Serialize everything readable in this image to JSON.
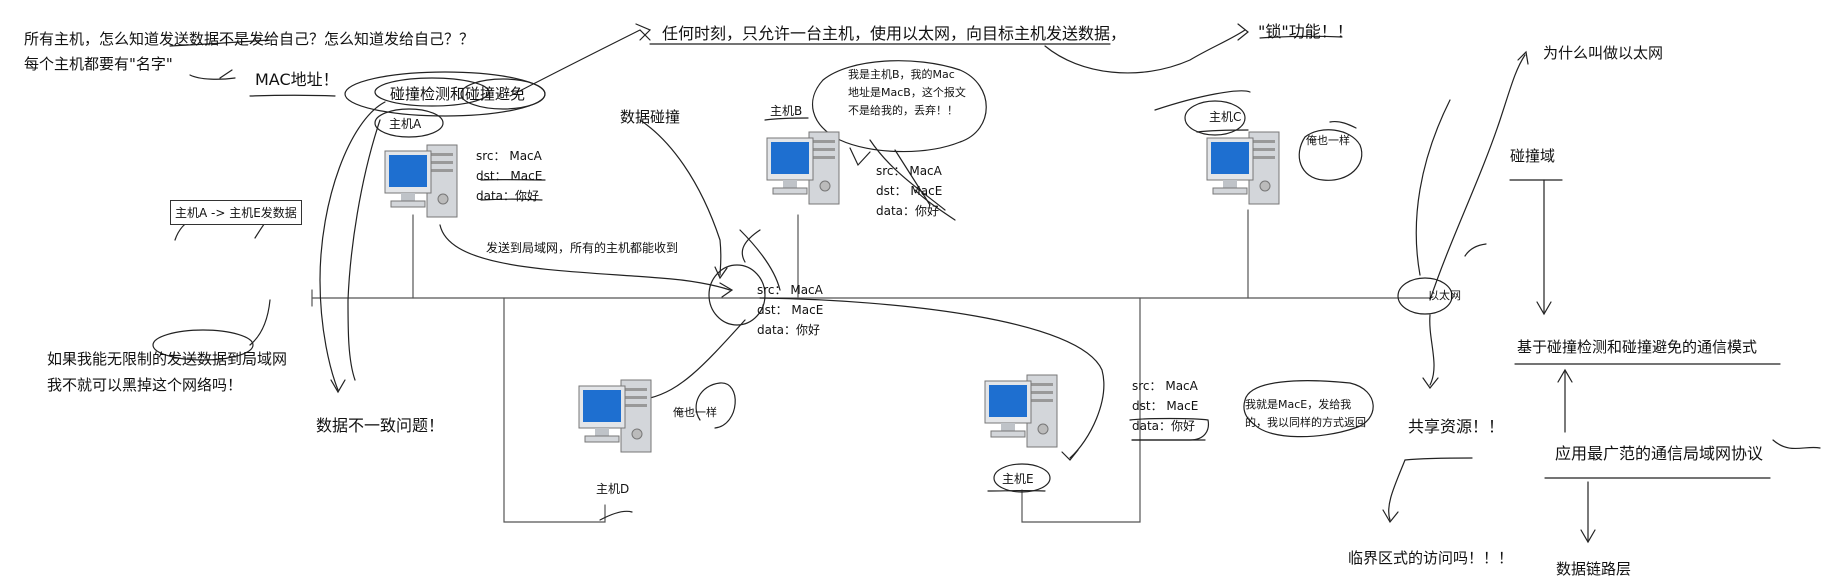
{
  "colors": {
    "ink": "#111111",
    "screen": "#1e6fd0",
    "case": "#c9cdd2"
  },
  "icons": [
    "computer-icon"
  ],
  "notes": {
    "top_left_1": "所有主机，怎么知道发送数据不是发给自己？怎么知道发给自己？？",
    "top_left_2": "每个主机都要有\"名字\"",
    "mac_addr": "MAC地址！",
    "collision": "碰撞检测和碰撞避免",
    "any_time": "任何时刻，只允许一台主机，使用以太网，向目标主机发送数据，",
    "lock": "\"锁\"功能！！",
    "why_ethernet": "为什么叫做以太网",
    "collision_domain": "碰撞域",
    "data_collision": "数据碰撞",
    "send_lan": "发送到局域网，所有的主机都能收到",
    "hack_1": "如果我能无限制的发送数据到局域网",
    "hack_2": "我不就可以黑掉这个网络吗！",
    "inconsistent": "数据不一致问题！",
    "shared": "共享资源！！",
    "critical": "临界区式的访问吗！！！",
    "mode": "基于碰撞检测和碰撞避免的通信模式",
    "protocol": "应用最广范的通信局域网协议",
    "datalink": "数据链路层",
    "a_to_e": "主机A -> 主机E发数据",
    "ethernet": "以太网"
  },
  "hosts": {
    "a": "主机A",
    "b": "主机B",
    "c": "主机C",
    "d": "主机D",
    "e": "主机E"
  },
  "bubbles": {
    "b_1": "我是主机B，我的Mac",
    "b_2": "地址是MacB，这个报文",
    "b_3": "不是给我的，丢弃！！",
    "c": "俺也一样",
    "d": "俺也一样",
    "e_1": "我就是MacE，发给我",
    "e_2": "的，我以同样的方式返回"
  },
  "packet": {
    "src": "src：  MacA",
    "dst": "dst：  MacE",
    "data": "data：你好"
  }
}
